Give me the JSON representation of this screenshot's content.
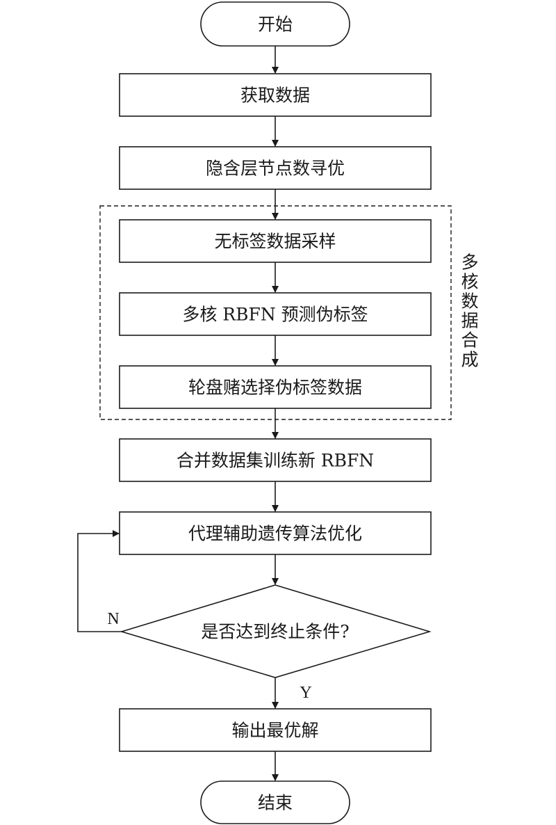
{
  "diagram": {
    "start": "开始",
    "steps": [
      "获取数据",
      "隐含层节点数寻优",
      "无标签数据采样",
      "多核 RBFN 预测伪标签",
      "轮盘赌选择伪标签数据",
      "合并数据集训练新 RBFN",
      "代理辅助遗传算法优化"
    ],
    "group_label": [
      "多",
      "核",
      "数",
      "据",
      "合",
      "成"
    ],
    "decision": "是否达到终止条件?",
    "branch_no": "N",
    "branch_yes": "Y",
    "output": "输出最优解",
    "end": "结束"
  }
}
